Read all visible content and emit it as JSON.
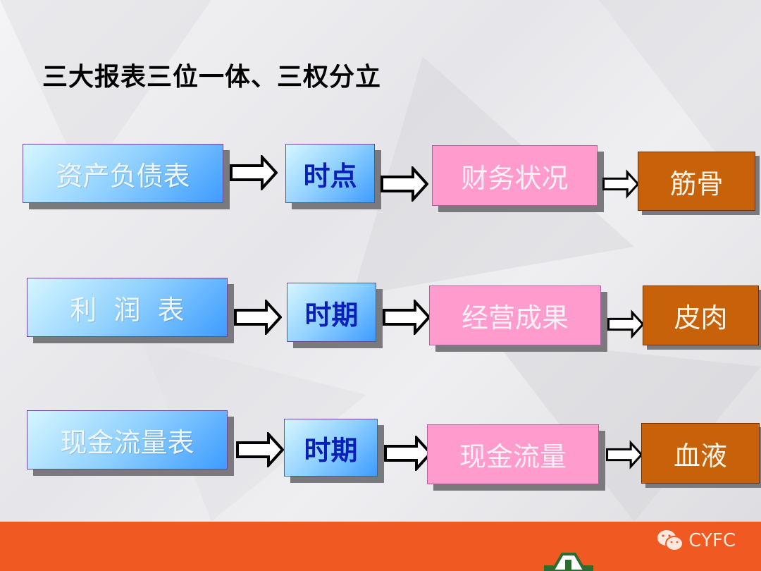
{
  "title": "三大报表三位一体、三权分立",
  "rows": [
    {
      "statement": "资产负债表",
      "time": "时点",
      "meaning": "财务状况",
      "metaphor": "筋骨"
    },
    {
      "statement": "利  润  表",
      "time": "时期",
      "meaning": "经营成果",
      "metaphor": "皮肉"
    },
    {
      "statement": "现金流量表",
      "time": "时期",
      "meaning": "现金流量",
      "metaphor": "血液"
    }
  ],
  "footer": {
    "brand": "CYFC",
    "icon": "wechat-icon"
  },
  "colors": {
    "footer": "#f05a22",
    "pink": "#ff9ccd",
    "brown": "#c8620a",
    "blue_text": "#0a1fb8"
  }
}
